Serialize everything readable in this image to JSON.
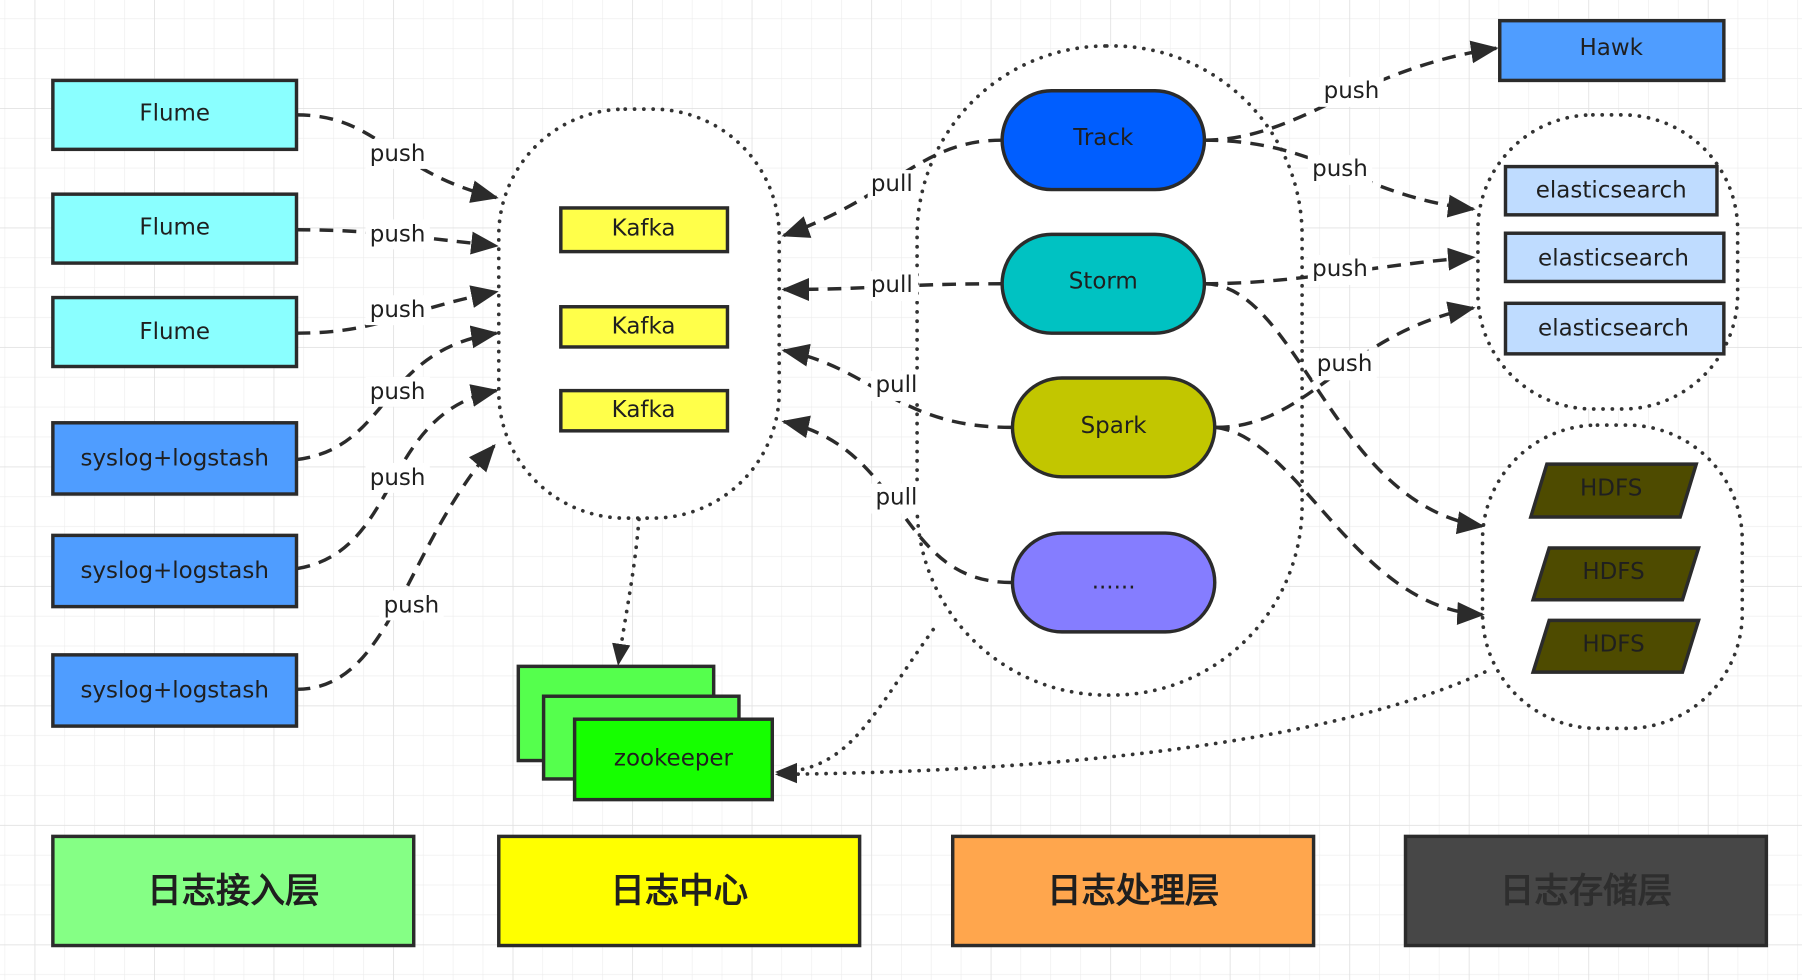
{
  "diagram": {
    "colors": {
      "flume": "#8affff",
      "syslog": "#4f9dff",
      "kafka": "#ffff4a",
      "zookeeper_back": "#55ff4d",
      "zookeeper_front": "#16ff00",
      "track": "#005eff",
      "storm": "#00c2c2",
      "spark": "#c2c600",
      "more": "#857dff",
      "hawk": "#4f9dff",
      "elasticsearch": "#bfdcff",
      "hdfs": "#4e4b00",
      "legend_access": "#85ff85",
      "legend_center": "#ffff00",
      "legend_processing": "#ffa64d",
      "legend_storage": "#474747"
    },
    "access_layer": {
      "flume": [
        "Flume",
        "Flume",
        "Flume"
      ],
      "syslog": [
        "syslog+logstash",
        "syslog+logstash",
        "syslog+logstash"
      ]
    },
    "log_center": {
      "kafka": [
        "Kafka",
        "Kafka",
        "Kafka"
      ],
      "zookeeper": "zookeeper"
    },
    "processing_layer": {
      "nodes": [
        "Track",
        "Storm",
        "Spark",
        "......"
      ]
    },
    "storage_layer": {
      "hawk": "Hawk",
      "elasticsearch": [
        "elasticsearch",
        "elasticsearch",
        "elasticsearch"
      ],
      "hdfs": [
        "HDFS",
        "HDFS",
        "HDFS"
      ]
    },
    "edge_labels": {
      "push": "push",
      "pull": "pull"
    },
    "legend": [
      {
        "label": "日志接入层"
      },
      {
        "label": "日志中心"
      },
      {
        "label": "日志处理层"
      },
      {
        "label": "日志存储层"
      }
    ]
  }
}
